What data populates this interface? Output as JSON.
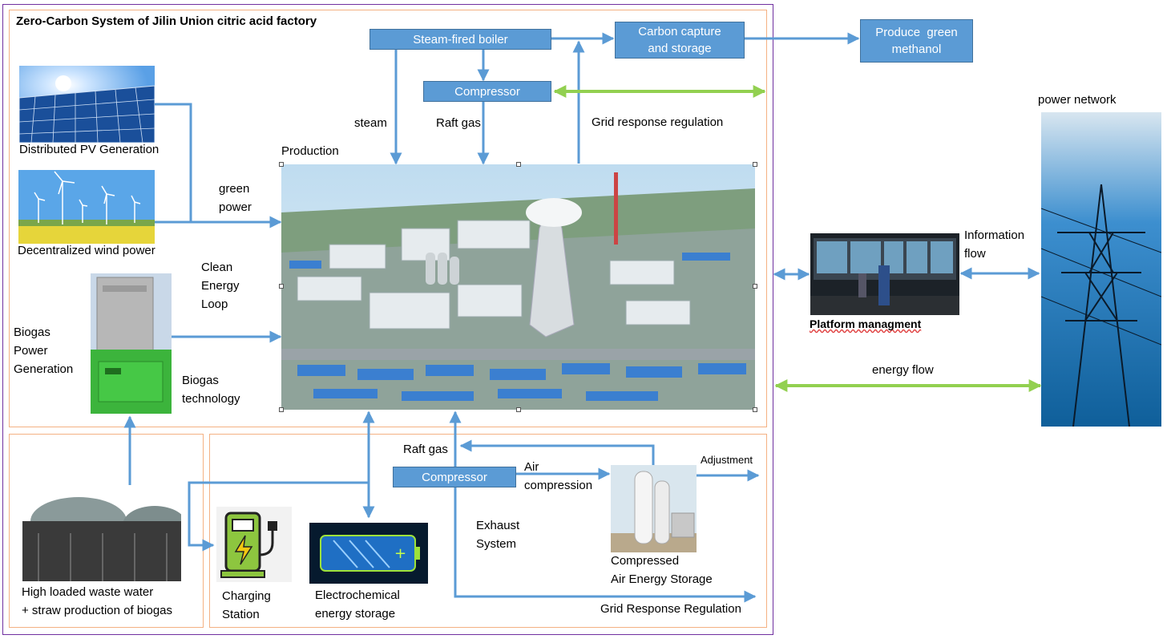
{
  "title": "Zero-Carbon System of Jilin Union citric acid factory",
  "boxes": {
    "boiler": "Steam-fired boiler",
    "compressor_top": "Compressor",
    "carbon_capture": "Carbon capture\nand storage",
    "green_methanol": "Produce  green\nmethanol",
    "compressor_bottom": "Compressor"
  },
  "labels": {
    "pv": "Distributed PV Generation",
    "wind": "Decentralized wind power",
    "green_power": "green\npower",
    "clean_loop": "Clean\nEnergy\nLoop",
    "biogas_power": "Biogas\nPower\nGeneration",
    "biogas_tech": "Biogas\ntechnology",
    "production": "Production",
    "steam": "steam",
    "raft_gas_top": "Raft gas",
    "grid_response_top": "Grid response regulation",
    "power_network": "power network",
    "info_flow": "Information\nflow",
    "platform": "Platform managment",
    "energy_flow": "energy flow",
    "waste_water": "High loaded waste water\n+ straw production of biogas",
    "charging": "Charging\nStation",
    "electrochem": "Electrochemical\nenergy storage",
    "raft_gas_bottom": "Raft gas",
    "air_compression": "Air\ncompression",
    "adjustment": "Adjustment",
    "exhaust": "Exhaust\nSystem",
    "caes": "Compressed\nAir Energy Storage",
    "grid_response_bottom": "Grid Response Regulation"
  },
  "icons": {
    "pv": "solar-panel-picture",
    "wind": "wind-turbine-picture",
    "biogas": "biogas-generator-picture",
    "factory": "factory-aerial-picture",
    "platform": "control-room-picture",
    "pylon": "power-pylon-picture",
    "digester": "biogas-digester-picture",
    "charger": "charging-station-icon",
    "battery": "battery-storage-picture",
    "caes": "air-storage-tanks-picture"
  },
  "colors": {
    "box_fill": "#5b9bd5",
    "arrow_blue": "#5b9bd5",
    "arrow_green": "#92d050",
    "outer_frame": "#7030a0",
    "inner_frame": "#f4b183"
  }
}
